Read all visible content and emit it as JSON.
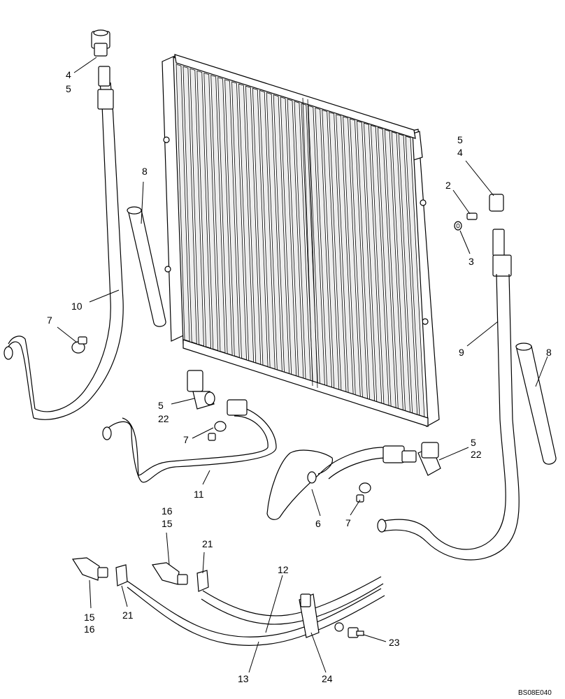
{
  "drawing_code": "BS08E040",
  "callouts": [
    {
      "id": "c-4-left",
      "text": "4"
    },
    {
      "id": "c-5-left",
      "text": "5"
    },
    {
      "id": "c-8-left",
      "text": "8"
    },
    {
      "id": "c-10",
      "text": "10"
    },
    {
      "id": "c-7-left",
      "text": "7"
    },
    {
      "id": "c-5-mid",
      "text": "5"
    },
    {
      "id": "c-22-mid",
      "text": "22"
    },
    {
      "id": "c-7-mid",
      "text": "7"
    },
    {
      "id": "c-11",
      "text": "11"
    },
    {
      "id": "c-5-right-top",
      "text": "5"
    },
    {
      "id": "c-4-right",
      "text": "4"
    },
    {
      "id": "c-2",
      "text": "2"
    },
    {
      "id": "c-3",
      "text": "3"
    },
    {
      "id": "c-9",
      "text": "9"
    },
    {
      "id": "c-8-right",
      "text": "8"
    },
    {
      "id": "c-5-right",
      "text": "5"
    },
    {
      "id": "c-22-right",
      "text": "22"
    },
    {
      "id": "c-6",
      "text": "6"
    },
    {
      "id": "c-7-right",
      "text": "7"
    },
    {
      "id": "c-16-top",
      "text": "16"
    },
    {
      "id": "c-15-top",
      "text": "15"
    },
    {
      "id": "c-21-top",
      "text": "21"
    },
    {
      "id": "c-12",
      "text": "12"
    },
    {
      "id": "c-15-bottom",
      "text": "15"
    },
    {
      "id": "c-16-bottom",
      "text": "16"
    },
    {
      "id": "c-21-bottom",
      "text": "21"
    },
    {
      "id": "c-13",
      "text": "13"
    },
    {
      "id": "c-24",
      "text": "24"
    },
    {
      "id": "c-23",
      "text": "23"
    }
  ]
}
